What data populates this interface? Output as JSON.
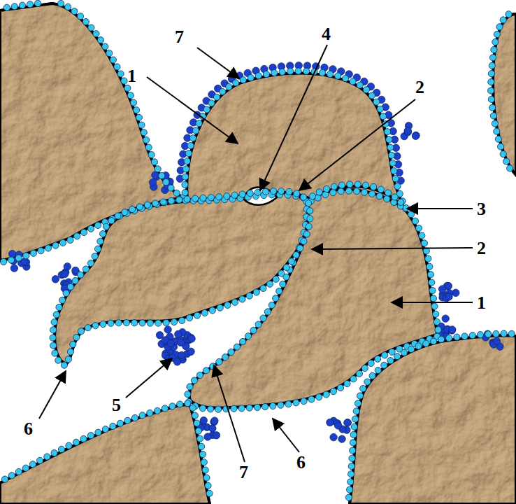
{
  "diagram": {
    "labels": [
      "7",
      "4",
      "1",
      "2",
      "3",
      "2",
      "1",
      "5",
      "6",
      "7",
      "6"
    ]
  }
}
